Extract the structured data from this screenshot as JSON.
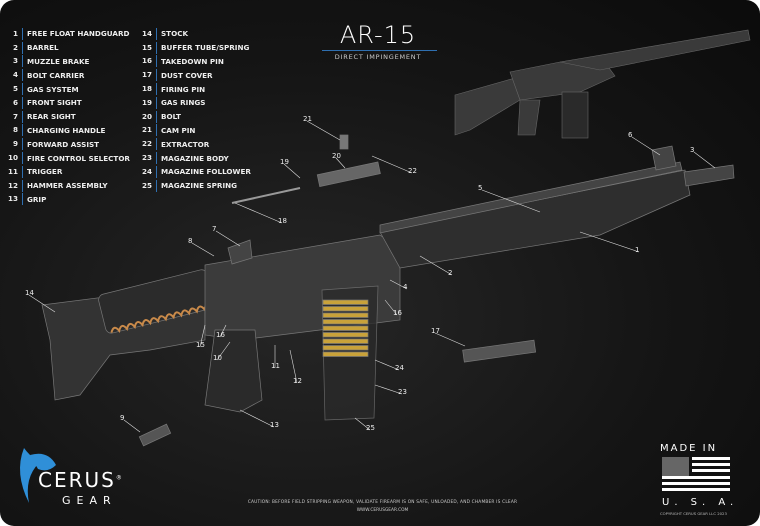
{
  "title": "AR-15",
  "subtitle": "DIRECT IMPINGEMENT",
  "legend_left": [
    {
      "n": "1",
      "label": "FREE FLOAT HANDGUARD"
    },
    {
      "n": "2",
      "label": "BARREL"
    },
    {
      "n": "3",
      "label": "MUZZLE BRAKE"
    },
    {
      "n": "4",
      "label": "BOLT CARRIER"
    },
    {
      "n": "5",
      "label": "GAS SYSTEM"
    },
    {
      "n": "6",
      "label": "FRONT SIGHT"
    },
    {
      "n": "7",
      "label": "REAR SIGHT"
    },
    {
      "n": "8",
      "label": "CHARGING HANDLE"
    },
    {
      "n": "9",
      "label": "FORWARD ASSIST"
    },
    {
      "n": "10",
      "label": "FIRE CONTROL SELECTOR"
    },
    {
      "n": "11",
      "label": "TRIGGER"
    },
    {
      "n": "12",
      "label": "HAMMER  ASSEMBLY"
    },
    {
      "n": "13",
      "label": "GRIP"
    }
  ],
  "legend_right": [
    {
      "n": "14",
      "label": "STOCK"
    },
    {
      "n": "15",
      "label": "BUFFER TUBE/SPRING"
    },
    {
      "n": "16",
      "label": "TAKEDOWN PIN"
    },
    {
      "n": "17",
      "label": "DUST COVER"
    },
    {
      "n": "18",
      "label": "FIRING PIN"
    },
    {
      "n": "19",
      "label": "GAS RINGS"
    },
    {
      "n": "20",
      "label": "BOLT"
    },
    {
      "n": "21",
      "label": "CAM PIN"
    },
    {
      "n": "22",
      "label": "EXTRACTOR"
    },
    {
      "n": "23",
      "label": "MAGAZINE BODY"
    },
    {
      "n": "24",
      "label": "MAGAZINE FOLLOWER"
    },
    {
      "n": "25",
      "label": "MAGAZINE SPRING"
    }
  ],
  "callouts": [
    "21",
    "22",
    "20",
    "19",
    "18",
    "6",
    "3",
    "5",
    "1",
    "2",
    "7",
    "8",
    "4",
    "14",
    "16",
    "16",
    "15",
    "10",
    "11",
    "12",
    "17",
    "24",
    "23",
    "25",
    "13",
    "9"
  ],
  "caution": "CAUTION: BEFORE FIELD STRIPPING WEAPON, VALIDATE FIREARM IS ON SAFE, UNLOADED, AND CHAMBER IS CLEAR",
  "website": "WWW.CERUSGEAR.COM",
  "brand": {
    "name": "CERUS",
    "sub": "GEAR",
    "registered": "®"
  },
  "made_in": "MADE IN",
  "usa": "U. S. A.",
  "copyright": "COPYRIGHT CERUS GEAR LLC 2023",
  "colors": {
    "accent": "#2f6fb0",
    "background": "#151515",
    "cartridge": "#c9a23a"
  }
}
